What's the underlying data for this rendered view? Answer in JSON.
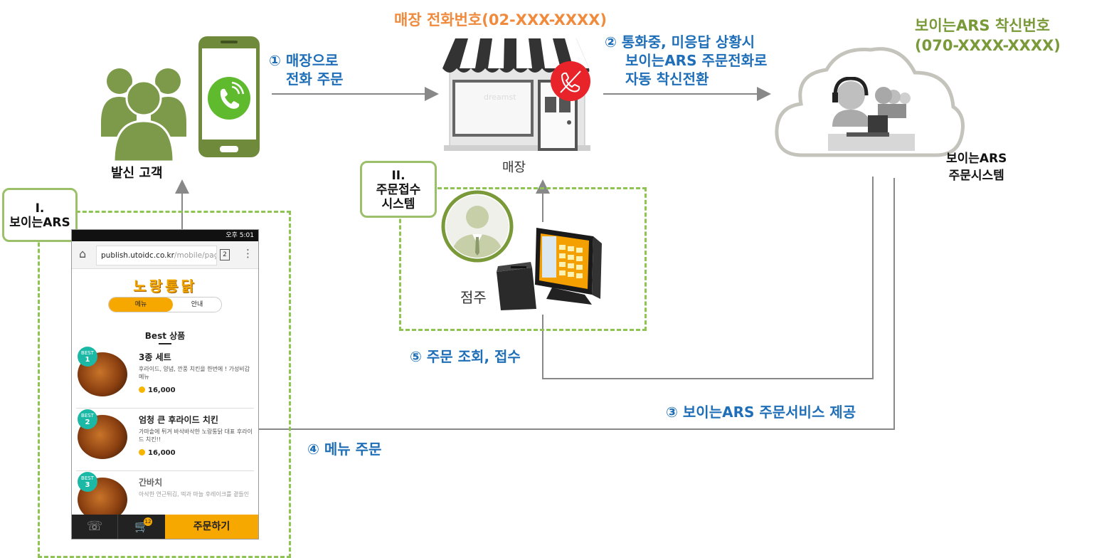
{
  "titles": {
    "store_phone": "매장 전화번호(02-XXX-XXXX)",
    "ars_number_line1": "보이는ARS 착신번호",
    "ars_number_line2": "(070-XXXX-XXXX)"
  },
  "nodes": {
    "customer": "발신 고객",
    "store": "매장",
    "ars_system_line1": "보이는ARS",
    "ars_system_line2": "주문시스템",
    "owner": "점주"
  },
  "boxes": {
    "box1_line1": "I.",
    "box1_line2": "보이는ARS",
    "box2_line1": "II.",
    "box2_line2": "주문접수",
    "box2_line3": "시스템"
  },
  "steps": {
    "s1_line1": "① 매장으로",
    "s1_line2": "전화 주문",
    "s2_line1": "② 통화중, 미응답 상황시",
    "s2_line2": "보이는ARS 주문전화로",
    "s2_line3": "자동 착신전환",
    "s3": "③ 보이는ARS 주문서비스 제공",
    "s4": "④ 메뉴 주문",
    "s5": "⑤ 주문 조회, 접수"
  },
  "phone": {
    "status_time": "오후 5:01",
    "url_domain": "publish.utoidc.co.kr",
    "url_path": "/mobile/pages",
    "tab_count": "2",
    "brand": "노랑통닭",
    "tab_menu": "메뉴",
    "tab_info": "안내",
    "best_title": "Best 상품",
    "items": [
      {
        "badge": "BEST",
        "rank": "1",
        "name": "3종 세트",
        "desc": "후라이드, 양념, 깐풍 치킨을 한번에 ! 가성비갑 메뉴",
        "price": "16,000"
      },
      {
        "badge": "BEST",
        "rank": "2",
        "name": "엄청 큰 후라이드 치킨",
        "desc": "가마솥에 튀겨 바삭바삭한 노랑통닭 대표 후라이드 치킨!!",
        "price": "16,000"
      },
      {
        "badge": "BEST",
        "rank": "3",
        "name": "간바치",
        "desc": "아삭한 연근튀김, 떡과 마늘 후레이크를 곁들인",
        "price": ""
      }
    ],
    "cart_count": "12",
    "order_button": "주문하기"
  },
  "colors": {
    "step_blue": "#1f6fb8",
    "store_orange": "#f08a3c",
    "ars_green": "#7a9a3a",
    "dash_green": "#8dc452",
    "customer_green": "#7d9a4a",
    "call_green": "#5fba2e",
    "missed_red": "#e8232a"
  }
}
